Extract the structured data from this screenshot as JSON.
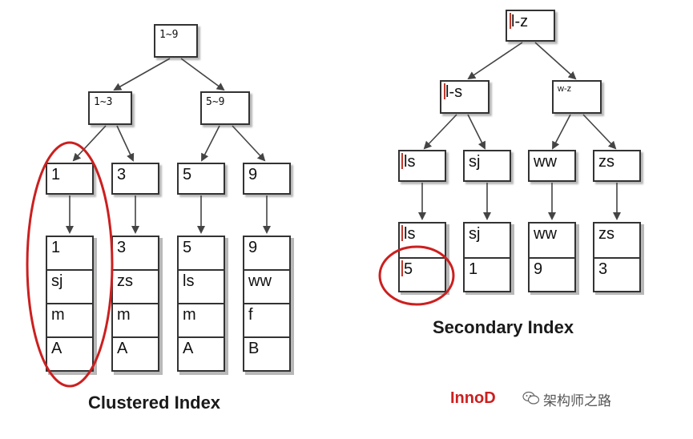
{
  "clustered": {
    "caption": "Clustered Index",
    "root": "1~9",
    "mid_left": "1~3",
    "mid_right": "5~9",
    "leaf_keys": [
      "1",
      "3",
      "5",
      "9"
    ],
    "rows": [
      [
        "1",
        "sj",
        "m",
        "A"
      ],
      [
        "3",
        "zs",
        "m",
        "A"
      ],
      [
        "5",
        "ls",
        "m",
        "A"
      ],
      [
        "9",
        "ww",
        "f",
        "B"
      ]
    ]
  },
  "secondary": {
    "caption": "Secondary Index",
    "root": "l-z",
    "mid_left": "l-s",
    "mid_right": "w-z",
    "leaf_keys": [
      "ls",
      "sj",
      "ww",
      "zs"
    ],
    "rows": [
      [
        "ls",
        "5"
      ],
      [
        "sj",
        "1"
      ],
      [
        "ww",
        "9"
      ],
      [
        "zs",
        "3"
      ]
    ]
  },
  "watermark": {
    "brand": "InnoD",
    "channel": "架构师之路"
  },
  "colors": {
    "border": "#333333",
    "arrow": "#444444",
    "highlight": "#cc1f1f",
    "brand": "#cc1f1f"
  }
}
